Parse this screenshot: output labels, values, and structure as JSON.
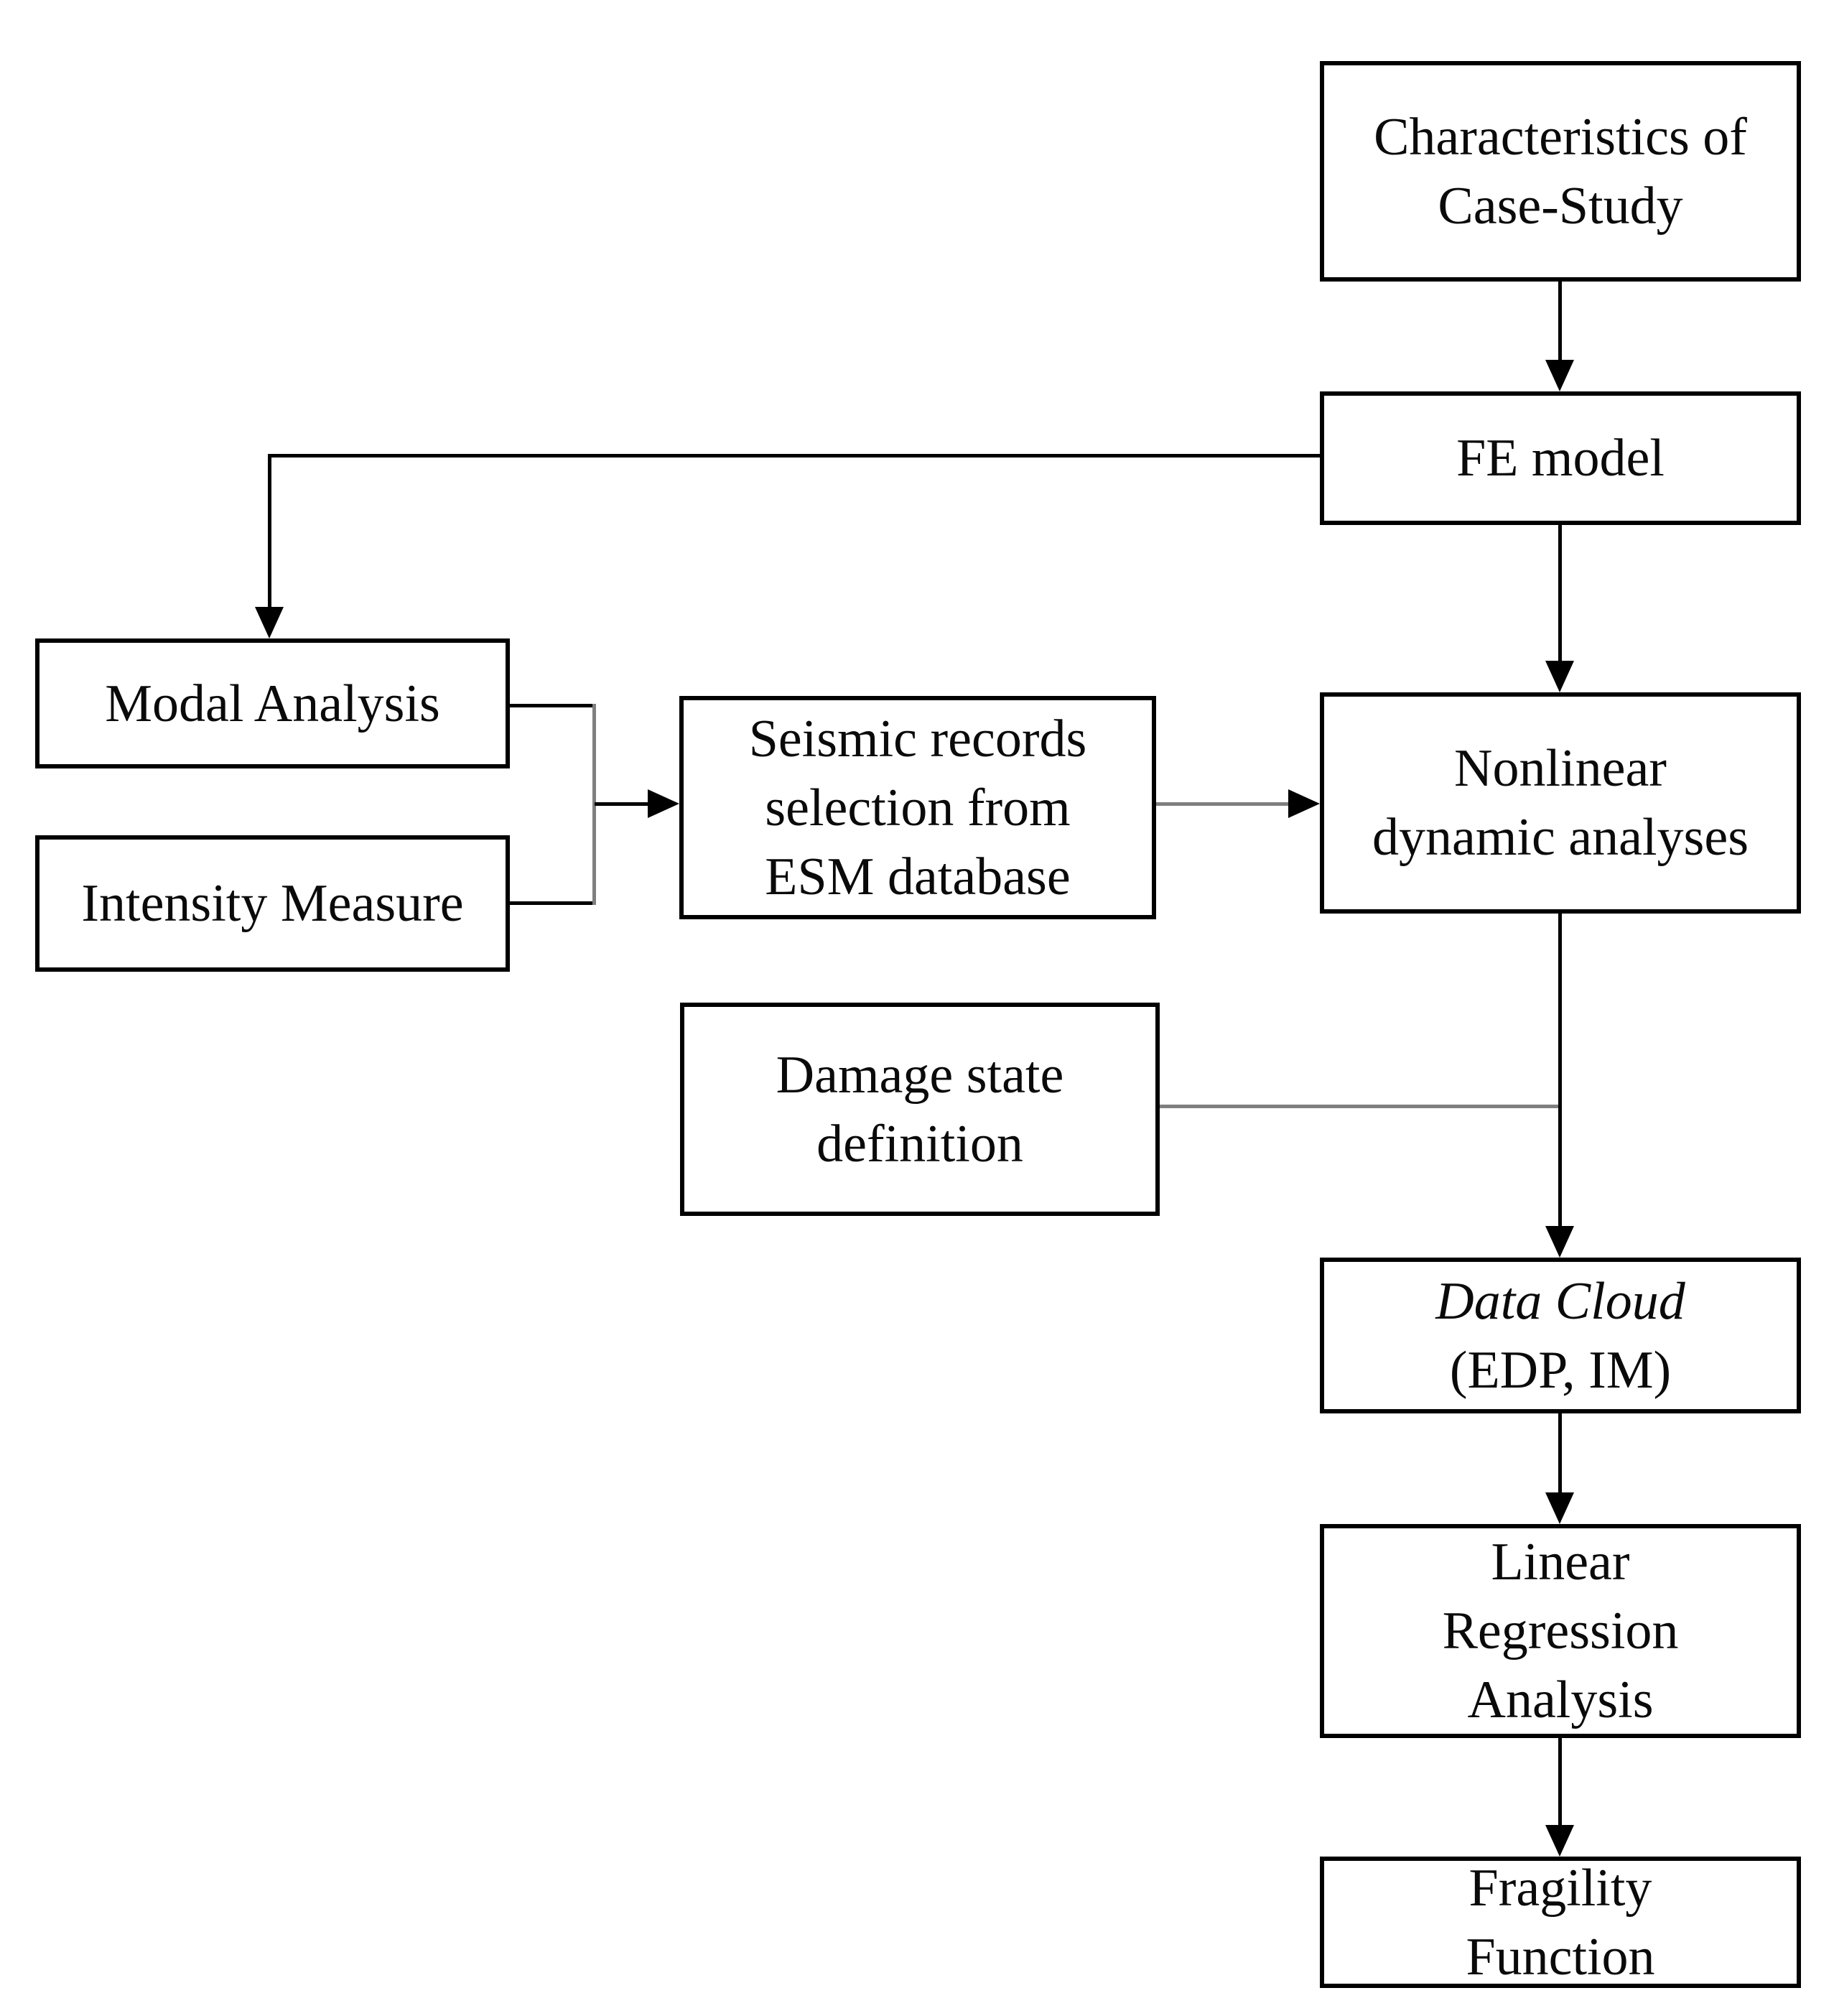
{
  "diagram": {
    "type": "flowchart",
    "background_color": "#ffffff",
    "box_border_color": "#000000",
    "text_color": "#0a0a0a",
    "connector_color": "#000000",
    "connector_shadow_color": "#7f7f7f"
  },
  "nodes": {
    "characteristics": {
      "label": "Characteristics of Case-Study",
      "lines": [
        "Characteristics of",
        "Case-Study"
      ]
    },
    "fe_model": {
      "label": "FE model",
      "lines": [
        "FE model"
      ]
    },
    "modal": {
      "label": "Modal Analysis",
      "lines": [
        "Modal Analysis"
      ]
    },
    "intensity": {
      "label": "Intensity Measure",
      "lines": [
        "Intensity Measure"
      ]
    },
    "seismic": {
      "label": "Seismic records selection from ESM database",
      "lines": [
        "Seismic records",
        "selection from",
        "ESM database"
      ]
    },
    "nonlinear": {
      "label": "Nonlinear dynamic analyses",
      "lines": [
        "Nonlinear",
        "dynamic analyses"
      ]
    },
    "damage": {
      "label": "Damage state definition",
      "lines": [
        "Damage state",
        "definition"
      ]
    },
    "data_cloud": {
      "label": "Data Cloud (EDP, IM)",
      "lines": [
        "Data Cloud",
        "(EDP, IM)"
      ],
      "italic_line_index": 0
    },
    "linear_regression": {
      "label": "Linear Regression Analysis",
      "lines": [
        "Linear",
        "Regression",
        "Analysis"
      ]
    },
    "fragility": {
      "label": "Fragility Function",
      "lines": [
        "Fragility",
        "Function"
      ]
    }
  },
  "edges": [
    {
      "from": "characteristics",
      "to": "fe_model"
    },
    {
      "from": "fe_model",
      "to": "modal"
    },
    {
      "from": "fe_model",
      "to": "nonlinear"
    },
    {
      "from": "modal",
      "to": "seismic"
    },
    {
      "from": "intensity",
      "to": "seismic"
    },
    {
      "from": "seismic",
      "to": "nonlinear"
    },
    {
      "from": "nonlinear",
      "to": "data_cloud"
    },
    {
      "from": "damage",
      "to": "data_cloud"
    },
    {
      "from": "data_cloud",
      "to": "linear_regression"
    },
    {
      "from": "linear_regression",
      "to": "fragility"
    }
  ]
}
